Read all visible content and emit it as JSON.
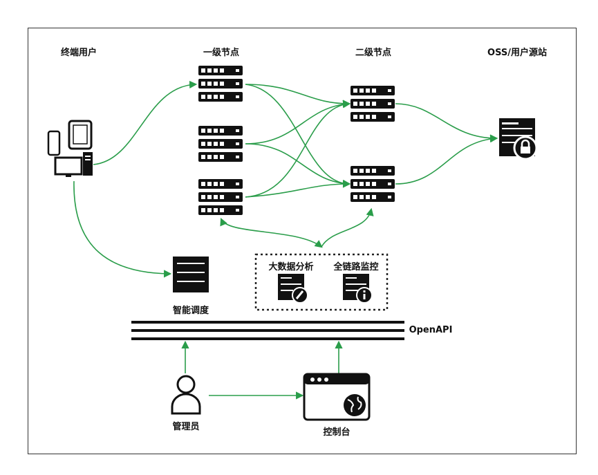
{
  "columns": {
    "users": "终端用户",
    "level1": "一级节点",
    "level2": "二级节点",
    "origin": "OSS/用户源站"
  },
  "services": {
    "bigdata": "大数据分析",
    "fulllink": "全链路监控",
    "scheduling": "智能调度"
  },
  "bus": {
    "label": "OpenAPI"
  },
  "admin": {
    "label": "管理员"
  },
  "console": {
    "label": "控制台"
  },
  "colors": {
    "line": "#2a9d4a",
    "icon": "#111111"
  }
}
